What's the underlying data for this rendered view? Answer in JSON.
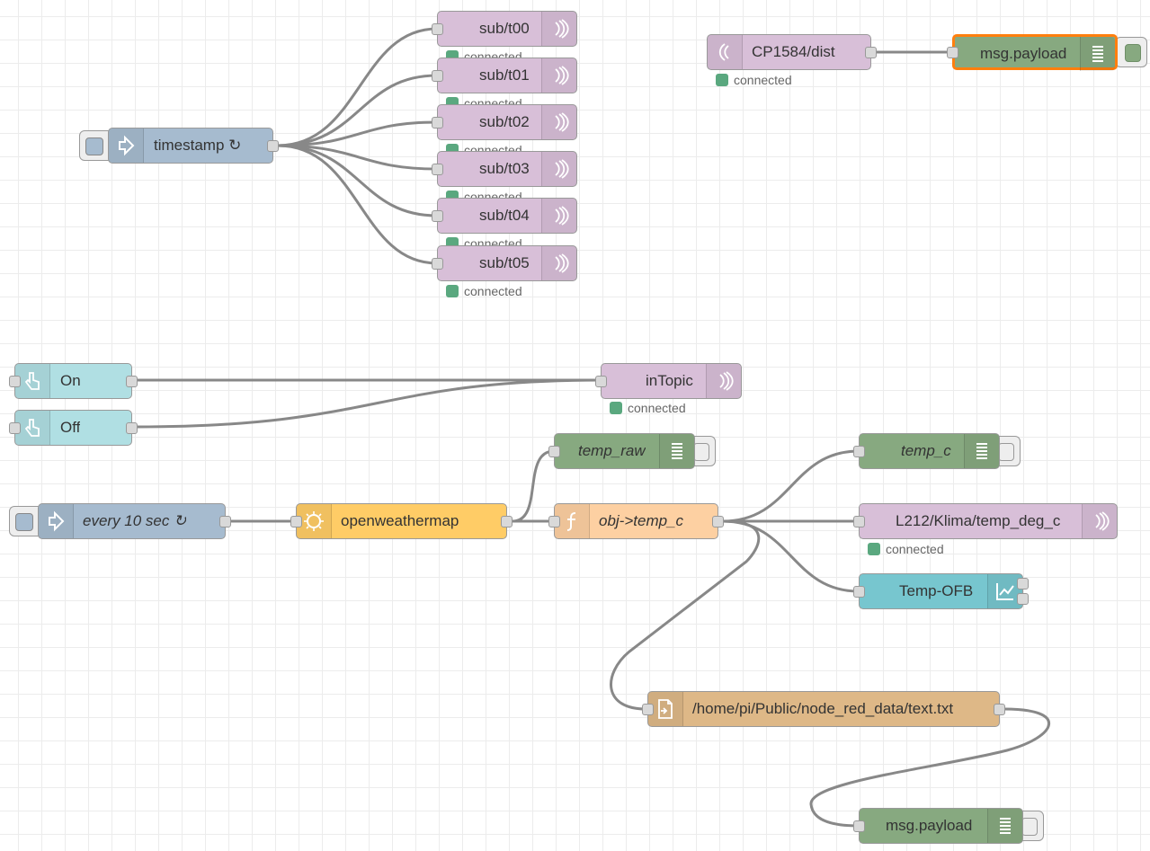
{
  "status_text": "connected",
  "colors": {
    "mqtt": "#d8bfd8",
    "debug": "#87a980",
    "inject": "#a6bbcf",
    "dashboard_button": "#b0dfe3",
    "openweathermap": "#ffcc66",
    "function": "#fdd0a2",
    "file": "#deb887",
    "chart": "#77c6cf",
    "selected_outline": "#ff7f0e",
    "status_connected": "#5aa87f",
    "wire": "#888888"
  },
  "nodes": {
    "timestamp": {
      "label": "timestamp ↻",
      "type": "inject",
      "icon": "arrow-in-icon"
    },
    "sub_t00": {
      "label": "sub/t00",
      "type": "mqtt out",
      "icon": "radio-waves-icon"
    },
    "sub_t01": {
      "label": "sub/t01",
      "type": "mqtt out",
      "icon": "radio-waves-icon"
    },
    "sub_t02": {
      "label": "sub/t02",
      "type": "mqtt out",
      "icon": "radio-waves-icon"
    },
    "sub_t03": {
      "label": "sub/t03",
      "type": "mqtt out",
      "icon": "radio-waves-icon"
    },
    "sub_t04": {
      "label": "sub/t04",
      "type": "mqtt out",
      "icon": "radio-waves-icon"
    },
    "sub_t05": {
      "label": "sub/t05",
      "type": "mqtt out",
      "icon": "radio-waves-icon"
    },
    "cp1584": {
      "label": "CP1584/dist",
      "type": "mqtt in",
      "icon": "radio-waves-icon"
    },
    "msg_payload_top": {
      "label": "msg.payload",
      "type": "debug",
      "icon": "list-icon",
      "selected": true
    },
    "on": {
      "label": "On",
      "type": "ui button",
      "icon": "hand-pointer-icon"
    },
    "off": {
      "label": "Off",
      "type": "ui button",
      "icon": "hand-pointer-icon"
    },
    "intopic": {
      "label": "inTopic",
      "type": "mqtt out",
      "icon": "radio-waves-icon"
    },
    "temp_raw": {
      "label": "temp_raw",
      "type": "debug",
      "icon": "list-icon"
    },
    "every10": {
      "label": "every 10 sec ↻",
      "type": "inject",
      "icon": "arrow-in-icon"
    },
    "openweathermap": {
      "label": "openweathermap",
      "type": "openweathermap",
      "icon": "sun-icon"
    },
    "obj_temp_c": {
      "label": "obj->temp_c",
      "type": "function",
      "icon": "function-icon"
    },
    "temp_c": {
      "label": "temp_c",
      "type": "debug",
      "icon": "list-icon"
    },
    "klima": {
      "label": "L212/Klima/temp_deg_c",
      "type": "mqtt out",
      "icon": "radio-waves-icon"
    },
    "temp_ofb": {
      "label": "Temp-OFB",
      "type": "ui chart",
      "icon": "chart-icon"
    },
    "file": {
      "label": "/home/pi/Public/node_red_data/text.txt",
      "type": "file",
      "icon": "file-icon"
    },
    "msg_payload_bottom": {
      "label": "msg.payload",
      "type": "debug",
      "icon": "list-icon"
    }
  }
}
